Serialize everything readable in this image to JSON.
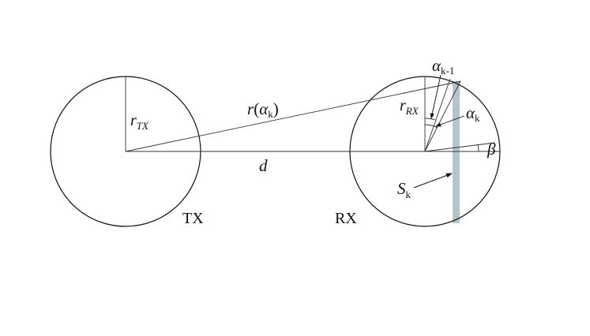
{
  "labels": {
    "tx": "TX",
    "rx": "RX",
    "d": "d",
    "r_main": "r",
    "r_paren_open": "(",
    "r_alpha": "α",
    "r_alpha_sub": "k",
    "r_paren_close": ")",
    "r_tx_main": "r",
    "r_tx_sub": "TX",
    "r_rx_main": "r",
    "r_rx_sub": "RX",
    "alpha_k1_main": "α",
    "alpha_k1_sub": "k-1",
    "alpha_k_main": "α",
    "alpha_k_sub": "k",
    "beta": "β",
    "s_main": "S",
    "s_sub": "k"
  },
  "colors": {
    "strip": "#b3c5c8",
    "lines": "#333333",
    "circles": "#111111"
  }
}
